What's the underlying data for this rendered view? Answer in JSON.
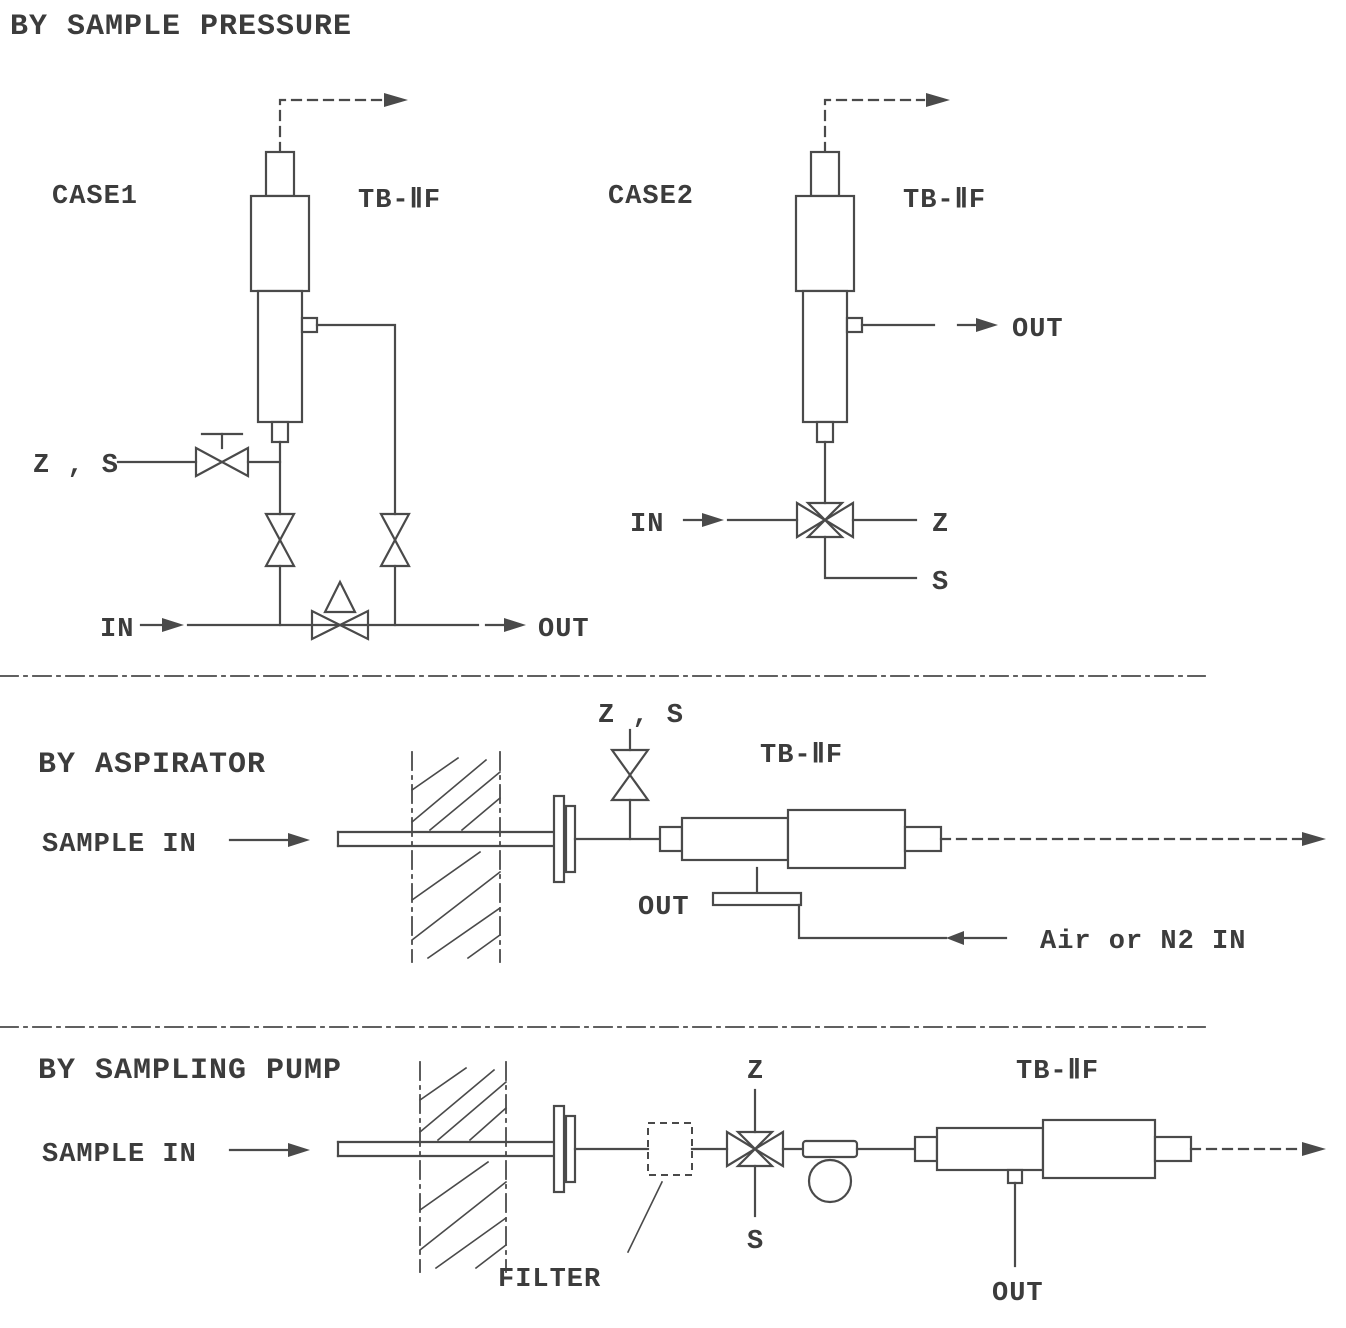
{
  "diagram": {
    "ink_color": "#4a4a4a",
    "text_color": "#3c3c3c",
    "background": "#ffffff"
  },
  "sample_pressure": {
    "title": "BY SAMPLE PRESSURE",
    "case1": {
      "name": "CASE1",
      "analyzer_model": "TB-ⅡF",
      "zs_label": "Z , S",
      "in_label": "IN",
      "out_label": "OUT"
    },
    "case2": {
      "name": "CASE2",
      "analyzer_model": "TB-ⅡF",
      "in_label": "IN",
      "z_label": "Z",
      "s_label": "S",
      "out_label": "OUT"
    }
  },
  "aspirator": {
    "title": "BY ASPIRATOR",
    "analyzer_model": "TB-ⅡF",
    "zs_label": "Z , S",
    "sample_in_label": "SAMPLE IN",
    "out_label": "OUT",
    "air_label": "Air or N2 IN"
  },
  "sampling_pump": {
    "title": "BY SAMPLING PUMP",
    "analyzer_model": "TB-ⅡF",
    "z_label": "Z",
    "s_label": "S",
    "sample_in_label": "SAMPLE IN",
    "filter_label": "FILTER",
    "out_label": "OUT"
  }
}
